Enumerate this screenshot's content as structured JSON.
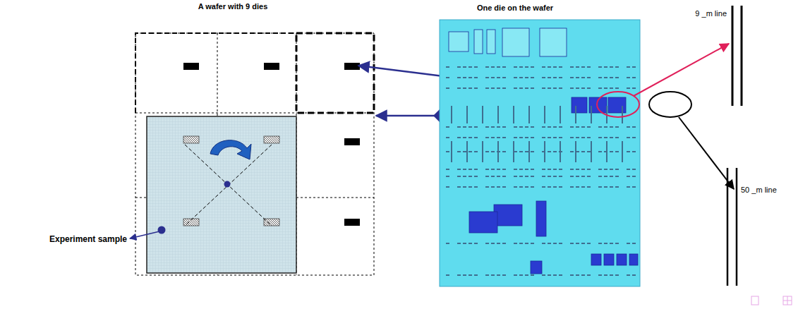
{
  "diagram": {
    "labels": [
      "A wafer with 9 dies",
      "One die on the wafer",
      "9 _m line",
      "50 _m line",
      "Experiment sample"
    ]
  }
}
